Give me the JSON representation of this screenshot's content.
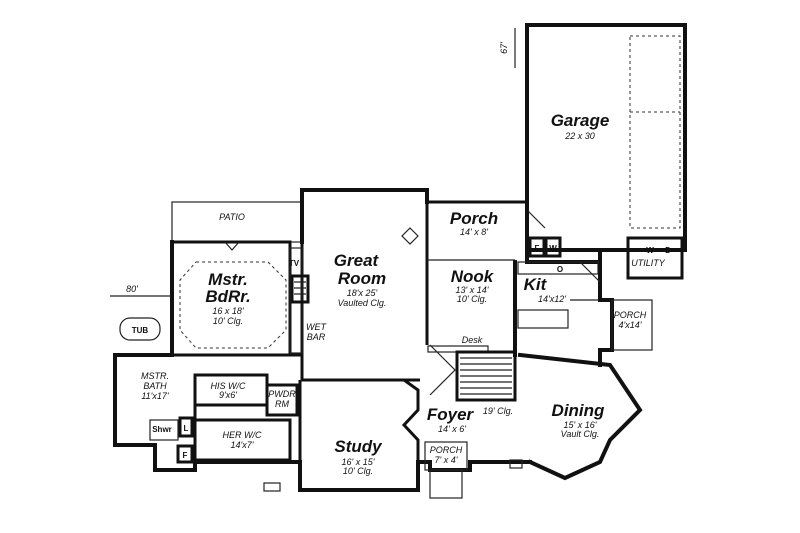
{
  "rooms": {
    "garage": {
      "name": "Garage",
      "size": "22 x 30"
    },
    "porch_top": {
      "name": "Porch",
      "size": "14' x 8'"
    },
    "patio": {
      "name": "PATIO"
    },
    "great_room": {
      "name_line1": "Great",
      "name_line2": "Room",
      "size": "18'x 25'",
      "note": "Vaulted Clg."
    },
    "master_bedroom": {
      "name_line1": "Mstr.",
      "name_line2": "BdRr.",
      "size": "16 x 18'",
      "note": "10' Clg."
    },
    "nook": {
      "name": "Nook",
      "size": "13' x 14'",
      "note": "10' Clg."
    },
    "kitchen": {
      "name": "Kit",
      "size": "14'x12'"
    },
    "utility": {
      "name": "UTILITY"
    },
    "porch_side": {
      "name": "PORCH",
      "size": "4'x14'"
    },
    "master_bath": {
      "name_line1": "MSTR.",
      "name_line2": "BATH",
      "size": "11'x17'"
    },
    "his_wic": {
      "name": "HIS W/C",
      "size": "9'x6'"
    },
    "her_wic": {
      "name": "HER W/C",
      "size": "14'x7'"
    },
    "powder": {
      "name_line1": "PWDR",
      "name_line2": "RM"
    },
    "study": {
      "name": "Study",
      "size": "16' x 15'",
      "note": "10' Clg."
    },
    "foyer": {
      "name": "Foyer",
      "size": "14' x 6'",
      "note": "19' Clg."
    },
    "dining": {
      "name": "Dining",
      "size": "15' x 16'",
      "note": "Vault Clg."
    },
    "porch_front": {
      "name": "PORCH",
      "size": "7' x 4'"
    }
  },
  "labels": {
    "tub": "TUB",
    "shwr": "Shwr",
    "tv": "TV",
    "wet_bar_1": "WET",
    "wet_bar_2": "BAR",
    "desk": "Desk",
    "dim_80": "80'",
    "dim_67": "67'",
    "f": "F",
    "w": "W",
    "d": "D",
    "l": "L"
  }
}
